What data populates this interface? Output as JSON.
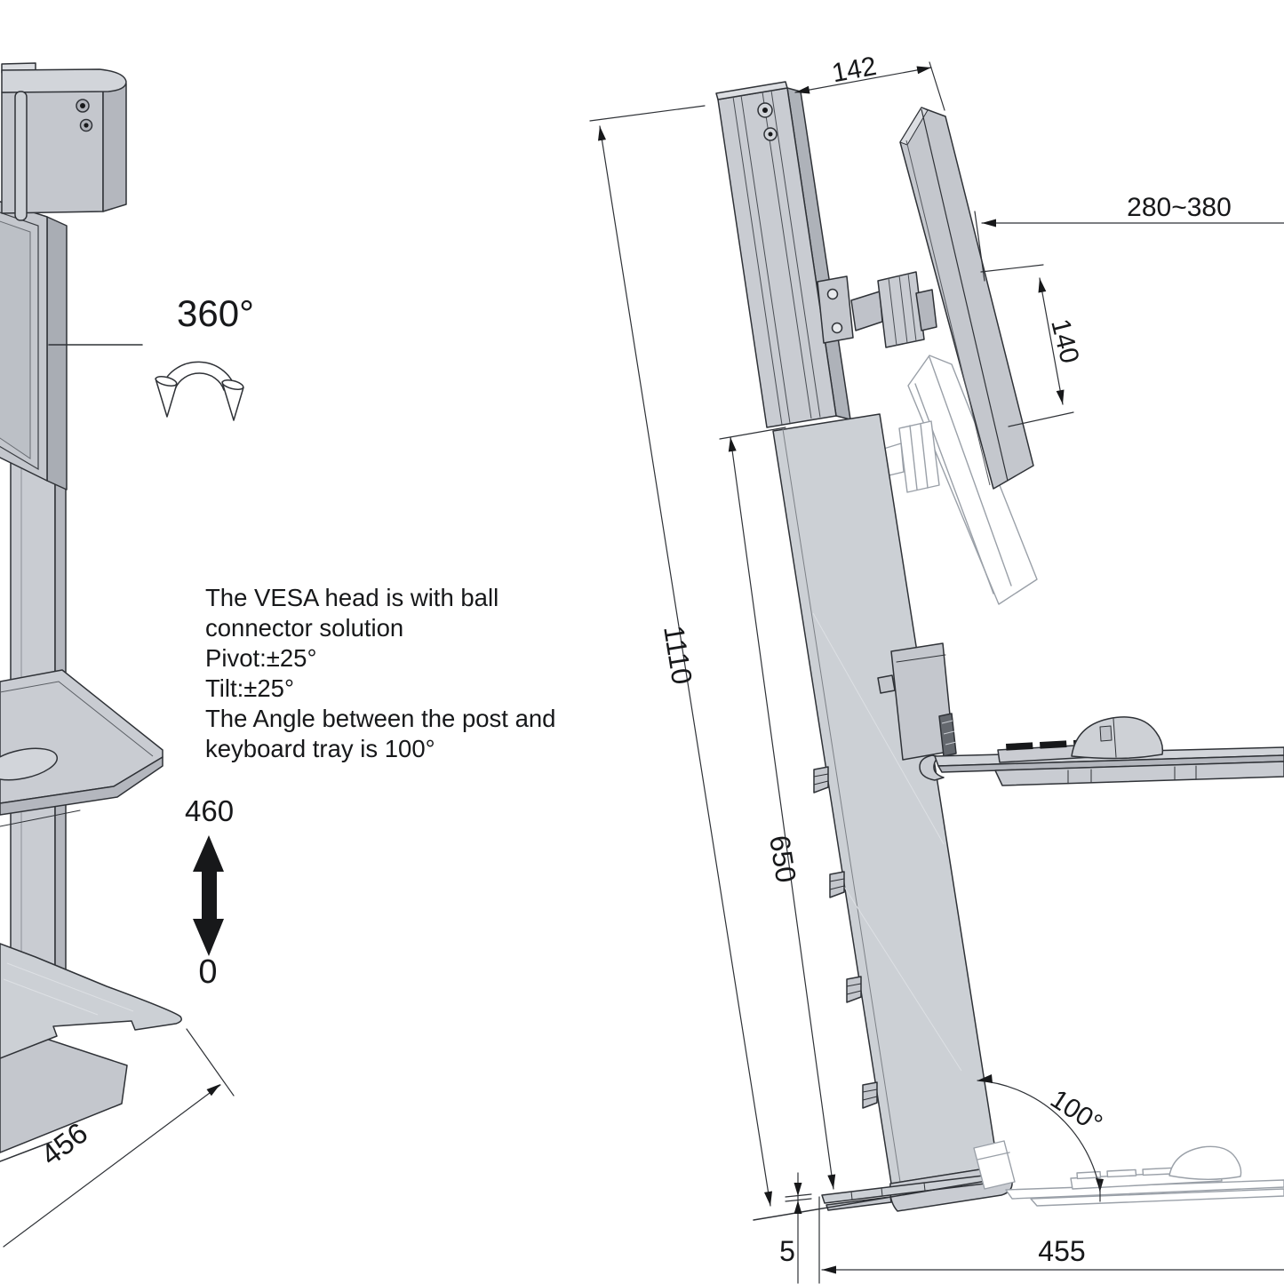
{
  "left_view": {
    "rotation_label": "360°",
    "note_lines": [
      "The VESA head is with ball",
      "connector solution",
      "Pivot:±25°",
      "Tilt:±25°",
      "The Angle between the post and",
      "keyboard tray is 100°"
    ],
    "height_range_max": "460",
    "height_range_min": "0",
    "base_width": "456"
  },
  "side_view": {
    "dims": {
      "top_depth": "142",
      "extension_range": "280~380",
      "vesa_plate_travel": "140",
      "post_height": "1110",
      "lower_column_height": "650",
      "tray_angle": "100°",
      "base_depth": "455",
      "wall_gap": "5"
    }
  },
  "palette": {
    "line": "#2f3237",
    "fill_light": "#ccd0d5",
    "fill_mid": "#b4b7be",
    "ghost_line": "#9aa0a8",
    "background": "#ffffff"
  }
}
